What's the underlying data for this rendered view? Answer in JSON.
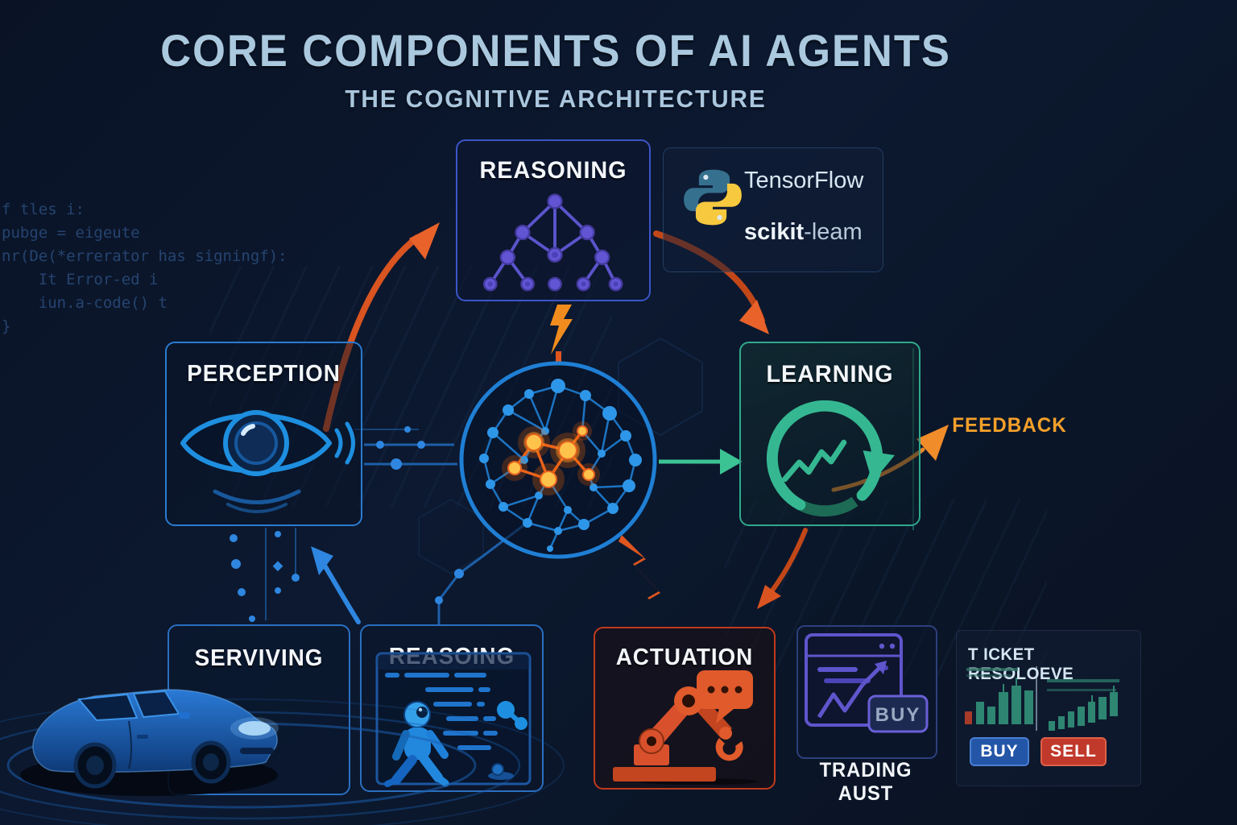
{
  "title": {
    "main": "CORE COMPONENTS OF AI AGENTS",
    "subtitle": "THE COGNITIVE ARCHITECTURE"
  },
  "background_code": [
    "f tles i:",
    "pubge = eigeute",
    "nr(De(*errerator has signingf):",
    "    It Error-ed i",
    "    iun.a-code() t",
    "}"
  ],
  "nodes": {
    "reasoning": {
      "label": "REASONING"
    },
    "perception": {
      "label": "PERCEPTION"
    },
    "learning": {
      "label": "LEARNING"
    },
    "serviving": {
      "label": "SERVIVING"
    },
    "reasoing": {
      "label": "REASOING"
    },
    "actuation": {
      "label": "ACTUATION"
    }
  },
  "frameworks": {
    "tensorflow": "TensorFlow",
    "scikit_bold": "scikit",
    "scikit_rest": "-leam"
  },
  "labels": {
    "feedback": "FEEDBACK"
  },
  "trading": {
    "caption": "TRADING AUST",
    "buy_button": "BUY"
  },
  "ticket": {
    "title": "T ICKET RESOLOEVE",
    "buy_button": "BUY",
    "sell_button": "SELL"
  },
  "colors": {
    "background": "#0a1426",
    "accent_orange": "#e8622a",
    "accent_blue": "#2e86e0",
    "accent_teal": "#35b892",
    "accent_purple": "#5b54cc",
    "title_text": "#aac8de",
    "feedback_orange": "#f5a02a",
    "buy_blue": "#2456a8",
    "sell_red": "#c0392b"
  }
}
